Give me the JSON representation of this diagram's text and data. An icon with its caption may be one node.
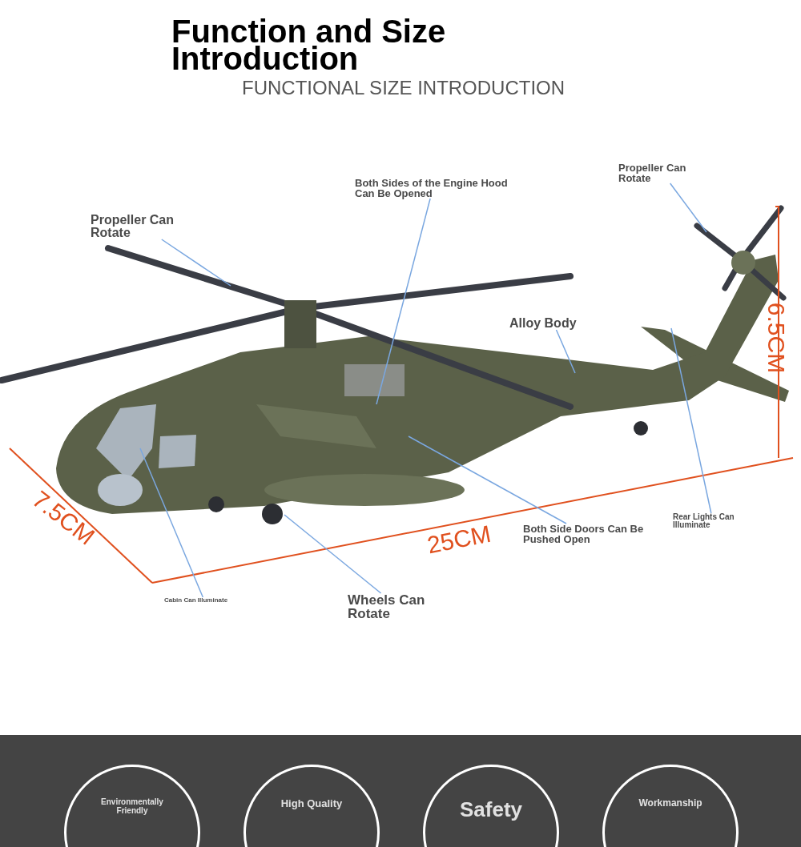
{
  "diagram": {
    "title": "Function and Size Introduction",
    "nodes": [
      {
        "text": [
          "Propeller Can Rotate"
        ]
      },
      {
        "text": [
          "Both Sides of the Engine Hood Can Be Opened"
        ]
      },
      {
        "text": [
          "Propeller Can Rotate"
        ]
      },
      {
        "text": [
          "Alloy Body"
        ]
      },
      {
        "text": [
          "Rear Lights Can Illuminate"
        ]
      },
      {
        "text": [
          "Both Side Doors Can Be Pushed Open"
        ]
      },
      {
        "text": [
          "Cabin Can Illuminate"
        ]
      },
      {
        "text": [
          "Wheels Can Rotate"
        ]
      },
      {
        "text": [
          "Environmentally Friendly"
        ]
      },
      {
        "text": [
          "High Quality"
        ]
      },
      {
        "text": [
          "Safety"
        ]
      },
      {
        "text": [
          "Workmanship"
        ]
      }
    ],
    "edges": [
      {
        "from": 0,
        "to": null,
        "arrow": "none"
      },
      {
        "from": 1,
        "to": null,
        "arrow": "none"
      },
      {
        "from": 2,
        "to": null,
        "arrow": "none"
      },
      {
        "from": 3,
        "to": null,
        "arrow": "none"
      },
      {
        "from": 4,
        "to": null,
        "arrow": "none"
      },
      {
        "from": 5,
        "to": null,
        "arrow": "none"
      },
      {
        "from": 6,
        "to": null,
        "arrow": "none"
      },
      {
        "from": 7,
        "to": null,
        "arrow": "none"
      }
    ],
    "labels": [
      "FUNCTIONAL SIZE INTRODUCTION",
      "6.5CM",
      "7.5CM",
      "25CM"
    ]
  }
}
